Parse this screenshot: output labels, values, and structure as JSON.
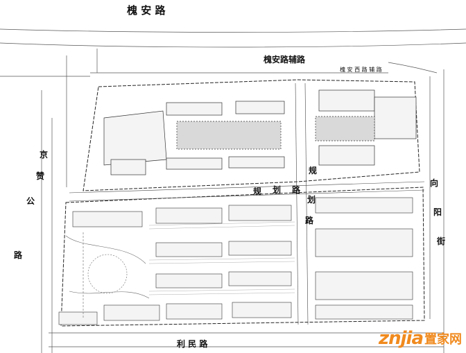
{
  "roads": {
    "top": "槐  安  路",
    "aux": "槐安路辅路",
    "inner_strip": "槐 安 西 路 辅 路",
    "left_chars": [
      "京",
      "赞",
      "公",
      "路"
    ],
    "right_chars": [
      "向",
      "阳",
      "街"
    ],
    "bottom": "利      民      路",
    "plan_road_h": [
      "规",
      "划",
      "路"
    ],
    "plan_road_v": [
      "规",
      "划",
      "路"
    ]
  },
  "watermark": {
    "brand_latin": "znjia",
    "brand_cn": "置家网"
  },
  "colors": {
    "line": "#333333",
    "building_fill": "#f4f4f4",
    "plaza_fill": "#d9d9d9",
    "watermark": "#f08a1e"
  }
}
